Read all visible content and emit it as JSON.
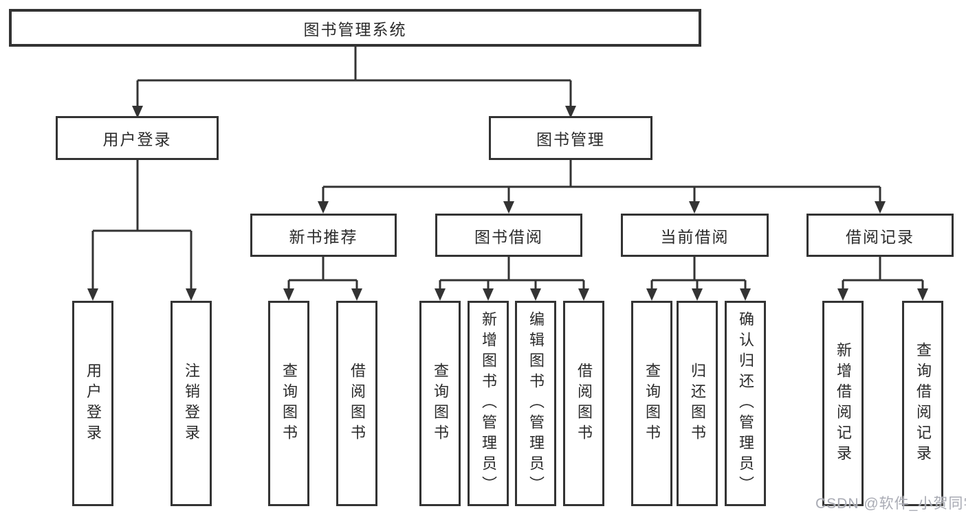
{
  "diagram": {
    "type": "hierarchy-tree",
    "tree": {
      "root": {
        "label": "图书管理系统"
      },
      "children": [
        {
          "label": "用户登录",
          "children": [
            {
              "label": "用户登录"
            },
            {
              "label": "注销登录"
            }
          ]
        },
        {
          "label": "图书管理",
          "children": [
            {
              "label": "新书推荐",
              "children": [
                {
                  "label": "查询图书"
                },
                {
                  "label": "借阅图书"
                }
              ]
            },
            {
              "label": "图书借阅",
              "children": [
                {
                  "label": "查询图书"
                },
                {
                  "label": "新增图书（管理员）"
                },
                {
                  "label": "编辑图书（管理员）"
                },
                {
                  "label": "借阅图书"
                }
              ]
            },
            {
              "label": "当前借阅",
              "children": [
                {
                  "label": "查询图书"
                },
                {
                  "label": "归还图书"
                },
                {
                  "label": "确认归还（管理员）"
                }
              ]
            },
            {
              "label": "借阅记录",
              "children": [
                {
                  "label": "新增借阅记录"
                },
                {
                  "label": "查询借阅记录"
                }
              ]
            }
          ]
        }
      ]
    },
    "colors": {
      "line": "#333333",
      "box_border": "#333333",
      "box_fill": "#ffffff",
      "text": "#2b2b2b",
      "watermark": "#a4a6b0",
      "background": "#ffffff"
    }
  },
  "watermark": "CSDN @软件_小贺同学"
}
